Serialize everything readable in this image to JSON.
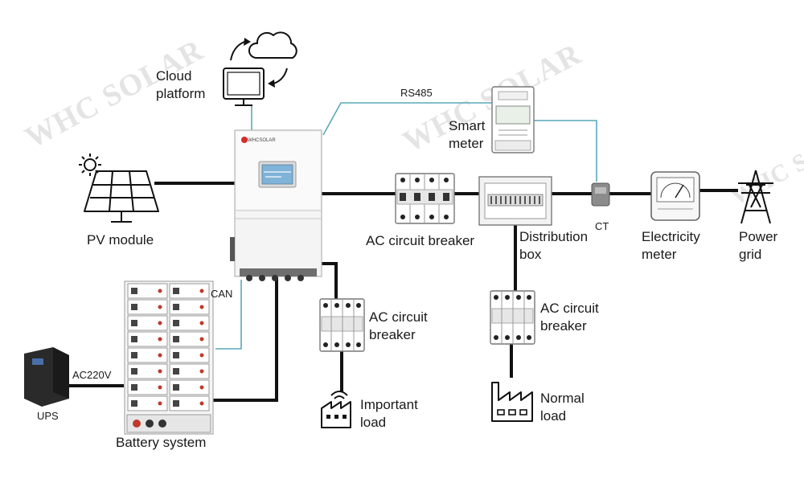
{
  "watermark": "WHC SOLAR",
  "inverter": {
    "brand": "WHCSOLAR"
  },
  "labels": {
    "cloud_platform": [
      "Cloud",
      "platform"
    ],
    "rs485": "RS485",
    "smart_meter": [
      "Smart",
      "meter"
    ],
    "pv_module": "PV module",
    "ac_breaker_main": "AC circuit breaker",
    "distribution_box": [
      "Distribution",
      "box"
    ],
    "ct": "CT",
    "electricity_meter": [
      "Electricity",
      "meter"
    ],
    "power_grid": [
      "Power",
      "grid"
    ],
    "can": "CAN",
    "ac_breaker_important": [
      "AC circuit",
      "breaker"
    ],
    "ac_breaker_normal": [
      "AC circuit",
      "breaker"
    ],
    "ac220v": "AC220V",
    "ups": "UPS",
    "important_load": [
      "Important",
      "load"
    ],
    "normal_load": [
      "Normal",
      "load"
    ],
    "battery_system": "Battery system"
  },
  "icons": [
    "sun-icon",
    "cloud-icon",
    "monitor-icon",
    "refresh-arrows-icon",
    "transmission-tower-icon",
    "factory-icon",
    "wifi-icon"
  ],
  "colors": {
    "power_line": "#111111",
    "comm_line": "#5aa8b8",
    "led": "#c0392b"
  }
}
